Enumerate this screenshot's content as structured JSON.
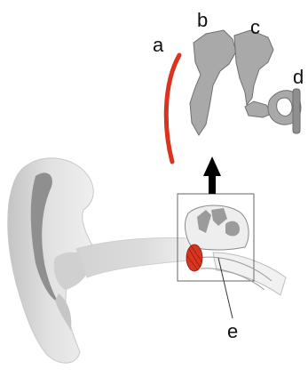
{
  "labels": {
    "a": "a",
    "b": "b",
    "c": "c",
    "d": "d",
    "e": "e"
  },
  "colors": {
    "tympanic_membrane": "#d8341f",
    "ossicle_fill": "#a9a9a9",
    "ossicle_stroke": "#707070",
    "ear_light": "#ececec",
    "ear_dark": "#b8b8b8",
    "inner_fold": "#8f8f8f",
    "outline": "#bdbdbd",
    "arrow": "#000000"
  }
}
